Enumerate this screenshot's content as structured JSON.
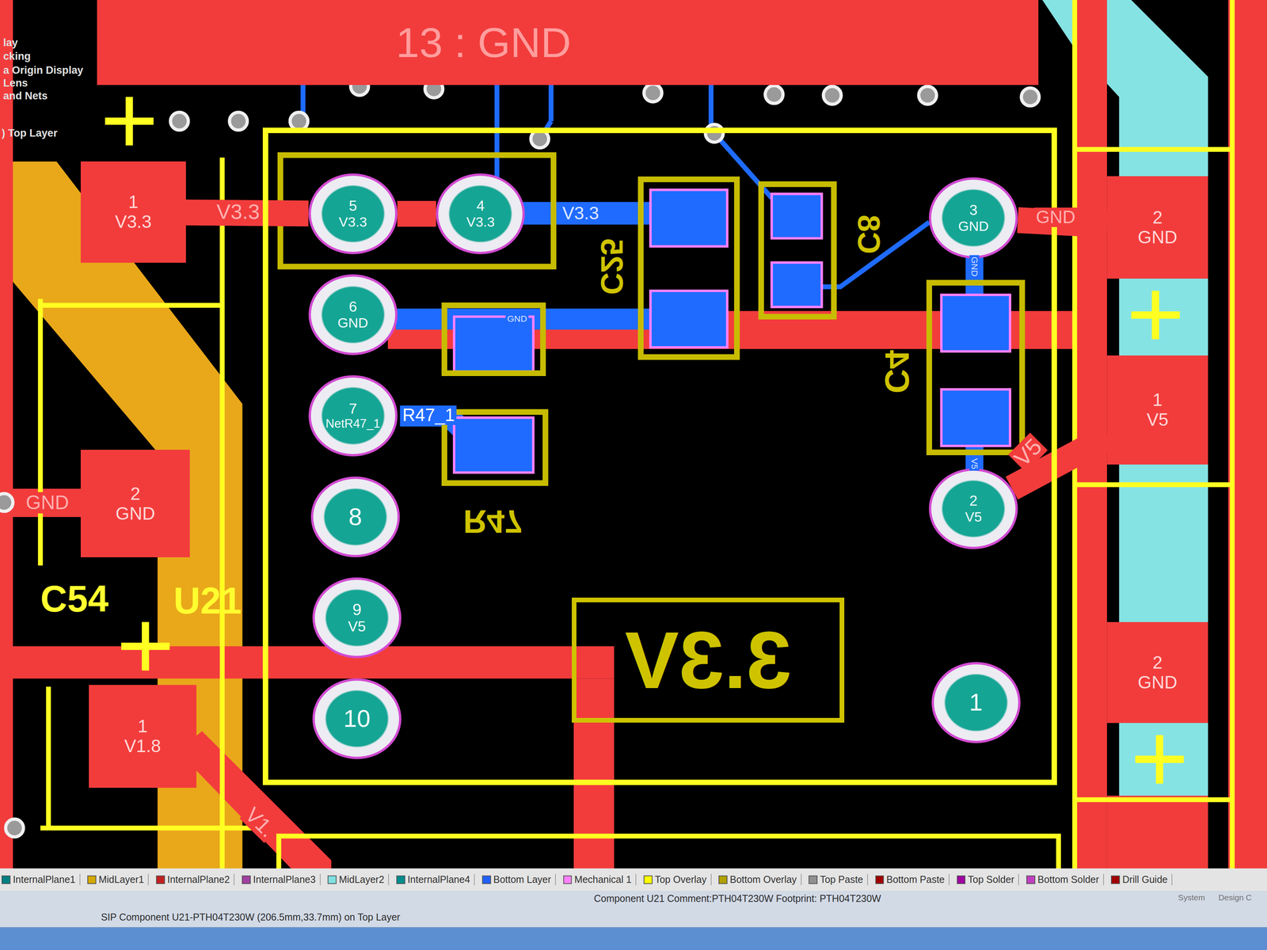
{
  "diagram": {
    "nodes": [
      {
        "text": [
          "13 : GND"
        ]
      },
      {
        "text": [
          "1",
          "V3.3"
        ]
      },
      {
        "text": [
          "U21"
        ]
      },
      {
        "text": [
          "5",
          "V3.3"
        ],
        "in": 2
      },
      {
        "text": [
          "4",
          "V3.3"
        ],
        "in": 2
      },
      {
        "text": [
          "3",
          "GND"
        ],
        "in": 2
      },
      {
        "text": [
          "6",
          "GND"
        ],
        "in": 2
      },
      {
        "text": [
          "7",
          "NetR47_1"
        ],
        "in": 2
      },
      {
        "text": [
          "2",
          "V5"
        ],
        "in": 2
      },
      {
        "text": [
          "8"
        ],
        "in": 2
      },
      {
        "text": [
          "9",
          "V5"
        ],
        "in": 2
      },
      {
        "text": [
          "3.3V"
        ],
        "in": 2
      },
      {
        "text": [
          "1"
        ],
        "in": 2
      },
      {
        "text": [
          "10"
        ],
        "in": 2
      },
      {
        "text": [
          "2",
          "GND"
        ]
      },
      {
        "text": [
          "1",
          "V5"
        ]
      },
      {
        "text": [
          "2",
          "GND"
        ]
      },
      {
        "text": [
          "2",
          "GND"
        ]
      },
      {
        "text": [
          "1",
          "V1.8"
        ]
      }
    ],
    "edges": [
      {
        "from": 1,
        "to": 3,
        "arrow": "none"
      },
      {
        "from": 3,
        "to": 4,
        "arrow": "none"
      },
      {
        "from": 5,
        "to": 14,
        "arrow": "none"
      },
      {
        "from": 8,
        "to": 15,
        "arrow": "none"
      }
    ],
    "labels": [
      "lay",
      "cking",
      "a Origin Display",
      "Lens",
      "and Nets",
      ") Top Layer",
      "V3.3",
      "V3.3",
      "C25",
      "C8",
      "GND",
      "GND",
      "C4",
      "GND",
      "R47_1",
      "R47",
      "V5",
      "V5",
      "GND",
      "C54",
      "V1.",
      "SIP Component U21-PTH04T230W (206.5mm,33.7mm) on Top Layer",
      "Component U21 Comment:PTH04T230W Footprint: PTH04T230W",
      "System",
      "Design C"
    ],
    "legend": [
      {
        "text": "InternalPlane1",
        "color": "#008080"
      },
      {
        "text": "MidLayer1",
        "color": "#d4a800"
      },
      {
        "text": "InternalPlane2",
        "color": "#c02020"
      },
      {
        "text": "InternalPlane3",
        "color": "#a040a0"
      },
      {
        "text": "MidLayer2",
        "color": "#80e0e0"
      },
      {
        "text": "InternalPlane4",
        "color": "#008c8c"
      },
      {
        "text": "Bottom Layer",
        "color": "#2060ff"
      },
      {
        "text": "Mechanical 1",
        "color": "#ff80ff"
      },
      {
        "text": "Top Overlay",
        "color": "#ffff00"
      },
      {
        "text": "Bottom Overlay",
        "color": "#b0a000"
      },
      {
        "text": "Top Paste",
        "color": "#909090"
      },
      {
        "text": "Bottom Paste",
        "color": "#a00000"
      },
      {
        "text": "Top Solder",
        "color": "#a000a0"
      },
      {
        "text": "Bottom Solder",
        "color": "#c040c0"
      },
      {
        "text": "Drill Guide",
        "color": "#a00000"
      }
    ]
  }
}
